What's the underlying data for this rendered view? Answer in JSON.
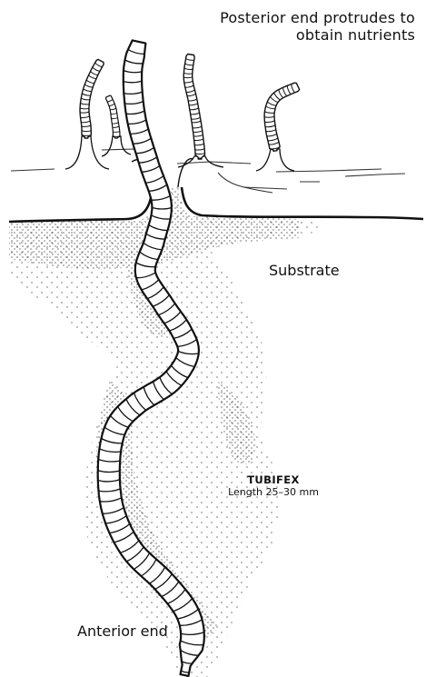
{
  "diagram": {
    "labels": {
      "posterior": [
        "Posterior end protrudes to",
        "obtain nutrients"
      ],
      "substrate": "Substrate",
      "species_name": "TUBIFEX",
      "length": "Length 25–30 mm",
      "anterior": "Anterior end"
    }
  }
}
